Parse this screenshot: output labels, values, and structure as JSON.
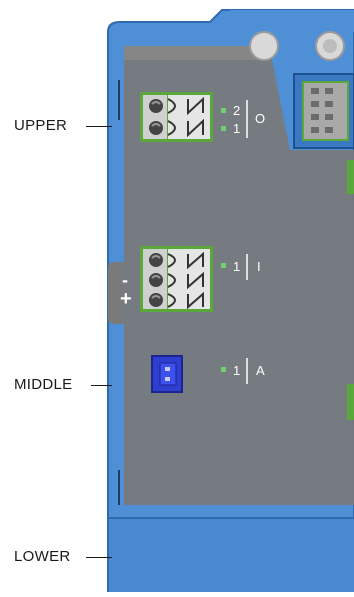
{
  "callouts": {
    "upper": "UPPER",
    "middle": "MIDDLE",
    "lower": "LOWER"
  },
  "polarity": {
    "minus": "-",
    "plus": "+"
  },
  "led_groups": {
    "output": {
      "channels": [
        "2",
        "1"
      ],
      "letter": "O"
    },
    "input": {
      "channels": [
        "1"
      ],
      "letter": "I"
    },
    "analog": {
      "channels": [
        "1"
      ],
      "letter": "A"
    }
  },
  "colors": {
    "module_blue": "#4f8fd6",
    "module_edge": "#2f69b0",
    "panel_gray": "#7a7a7a",
    "led_green": "#6fd06f",
    "connector_blue": "#2e3fd0",
    "terminal_green": "#5aa83a"
  }
}
